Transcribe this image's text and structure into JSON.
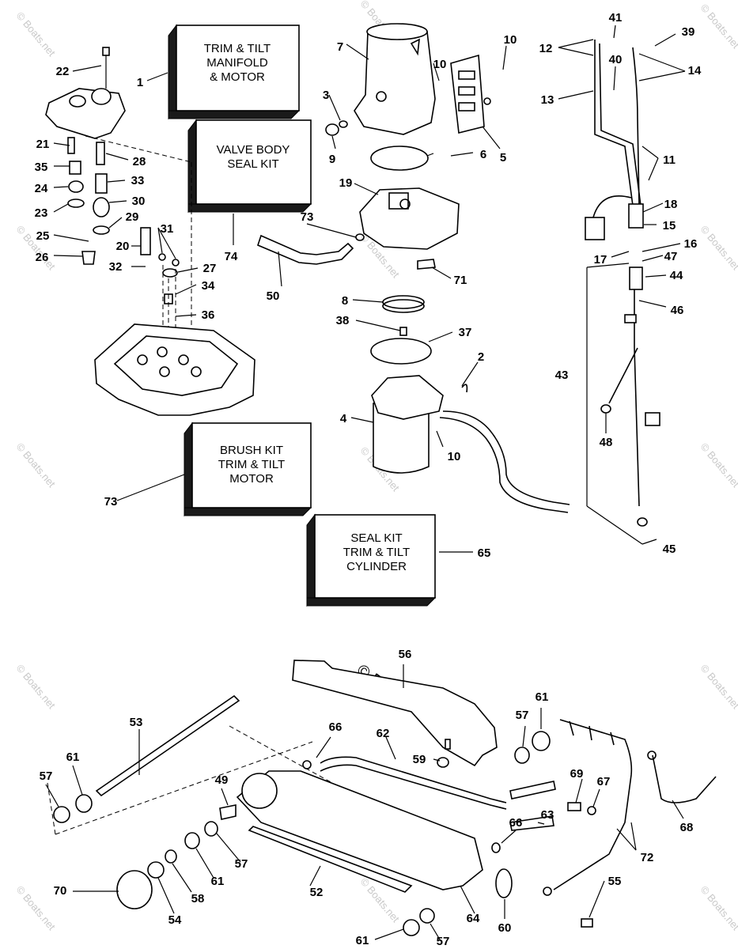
{
  "watermark": "© Boats.net",
  "kits": {
    "trim_tilt_manifold": [
      "TRIM & TILT",
      "MANIFOLD",
      "& MOTOR"
    ],
    "valve_body_seal": [
      "VALVE BODY",
      "SEAL KIT"
    ],
    "brush_kit": [
      "BRUSH KIT",
      "TRIM & TILT",
      "MOTOR"
    ],
    "seal_kit_cylinder": [
      "SEAL KIT",
      "TRIM & TILT",
      "CYLINDER"
    ]
  },
  "callouts": [
    "1",
    "2",
    "3",
    "4",
    "5",
    "6",
    "7",
    "8",
    "9",
    "10",
    "10",
    "10",
    "11",
    "12",
    "13",
    "14",
    "15",
    "16",
    "17",
    "18",
    "19",
    "20",
    "21",
    "22",
    "23",
    "24",
    "25",
    "26",
    "27",
    "28",
    "29",
    "30",
    "31",
    "32",
    "33",
    "34",
    "35",
    "36",
    "37",
    "38",
    "39",
    "40",
    "41",
    "43",
    "44",
    "45",
    "46",
    "47",
    "48",
    "49",
    "50",
    "52",
    "53",
    "54",
    "55",
    "56",
    "57",
    "57",
    "57",
    "57",
    "58",
    "59",
    "60",
    "61",
    "61",
    "61",
    "61",
    "62",
    "63",
    "64",
    "65",
    "66",
    "66",
    "67",
    "68",
    "69",
    "70",
    "71",
    "72",
    "73",
    "73",
    "74"
  ]
}
